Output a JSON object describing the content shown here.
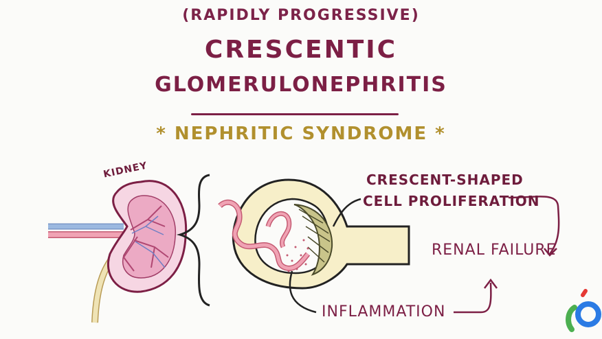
{
  "header": {
    "subtitle": "(RAPIDLY PROGRESSIVE)",
    "title_line1": "CRESCENTIC",
    "title_line2": "GLOMERULONEPHRITIS",
    "syndrome": "* NEPHRITIC SYNDROME *"
  },
  "labels": {
    "kidney": "KIDNEY",
    "crescent_line1": "CRESCENT-SHAPED",
    "crescent_line2": "CELL PROLIFERATION",
    "renal_failure": "RENAL FAILURE",
    "inflammation": "INFLAMMATION"
  },
  "colors": {
    "title": "#7c1f45",
    "syndrome": "#b1902e",
    "kidney_fill": "#f6d6e3",
    "crescent_fill": "#f7efc9",
    "vessel_red": "#e07a8f",
    "vessel_blue": "#9bb8e0",
    "logo_green": "#4caf50",
    "logo_blue": "#2b7be4",
    "logo_red": "#e53935"
  }
}
